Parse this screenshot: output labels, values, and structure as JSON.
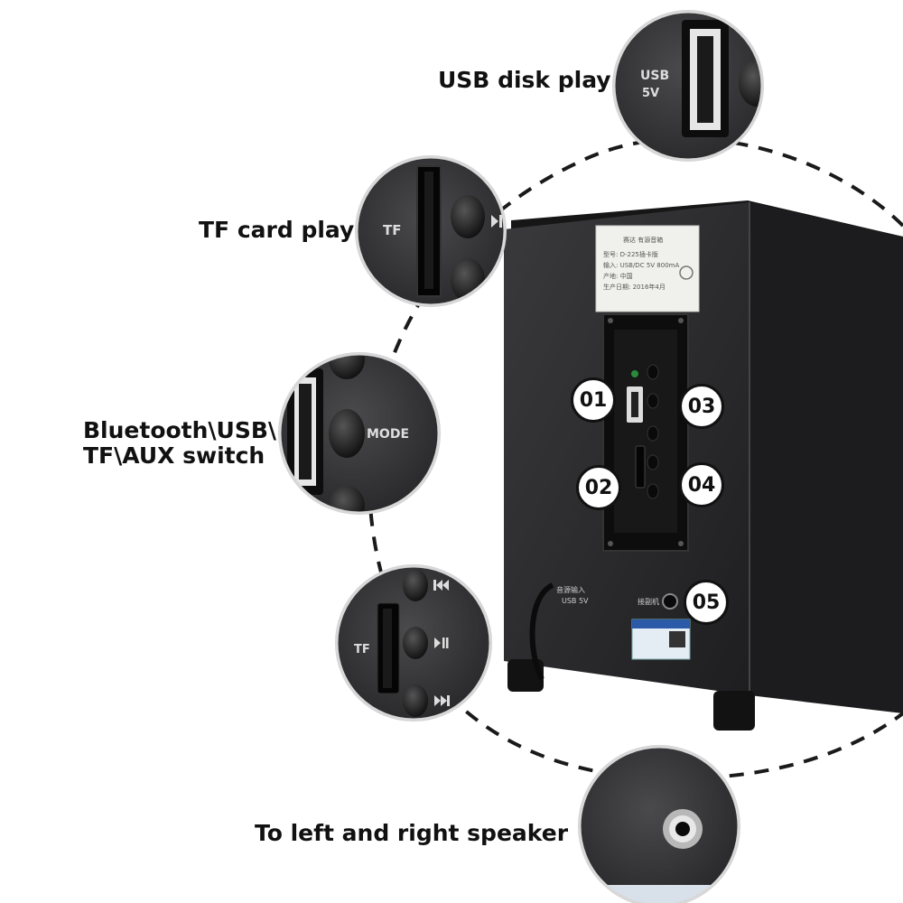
{
  "captions": {
    "usb": "USB disk play",
    "tf": "TF card play",
    "mode_line1": "Bluetooth\\USB\\",
    "mode_line2": "TF\\AUX switch",
    "out": "To left and right speaker"
  },
  "badges": [
    "01",
    "02",
    "03",
    "04",
    "05"
  ],
  "zoom_labels": {
    "usb_line1": "USB",
    "usb_line2": "5V",
    "tf": "TF",
    "mode": "MODE",
    "tf2": "TF"
  },
  "colors": {
    "cabinet": "#2a2a2c",
    "cabinet_side": "#1b1b1d",
    "panel": "#111111",
    "badge_bg": "#111111",
    "badge_text": "#ffffff",
    "dash": "#1a1a1a"
  },
  "icons": [
    "usb-port-icon",
    "tf-slot-icon",
    "mode-button-icon",
    "prev-track-icon",
    "play-pause-icon",
    "next-track-icon",
    "audio-jack-icon"
  ]
}
